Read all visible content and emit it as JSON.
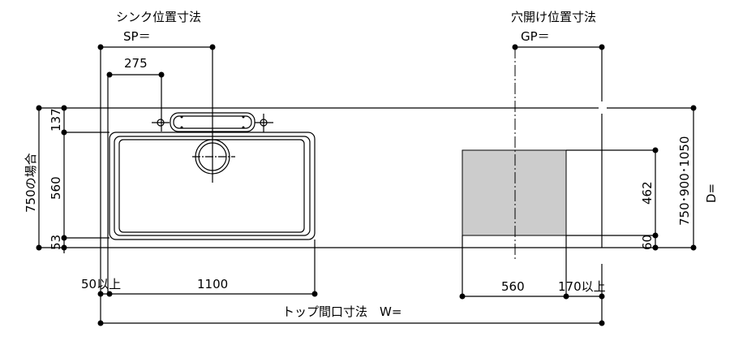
{
  "sink_position": {
    "title": "シンク位置寸法",
    "label": "SP＝",
    "faucet_offset": "275"
  },
  "hole_position": {
    "title": "穴開け位置寸法",
    "label": "GP＝"
  },
  "left_dims": {
    "case_label": "750の場合",
    "top": "137",
    "sink_depth": "560",
    "bottom": "53"
  },
  "right_dims": {
    "hole_depth": "462",
    "bottom": "60",
    "depth_options": "750･900･1050",
    "depth_label": "D="
  },
  "bottom_dims": {
    "left_margin": "50以上",
    "sink_width": "1100",
    "hole_width": "560",
    "right_margin": "170以上",
    "total_label": "トップ間口寸法　W="
  },
  "colors": {
    "line": "#000000",
    "cutout_fill": "#cccccc"
  }
}
